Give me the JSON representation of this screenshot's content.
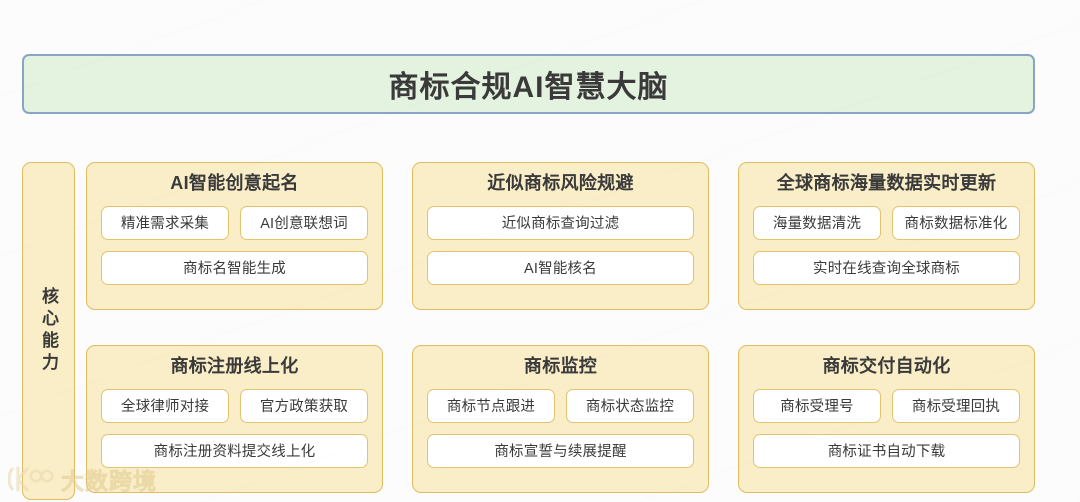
{
  "colors": {
    "page_background": "#fcfcfc",
    "banner_fill": "#e4f2e0",
    "banner_border": "#8aa4c8",
    "card_fill": "#faeec8",
    "card_border": "#e0bc5e",
    "chip_fill": "#ffffff",
    "chip_border": "#e3c370",
    "text": "#3a3a3a",
    "watermark": "#e8d8a8"
  },
  "banner": {
    "title": "商标合规AI智慧大脑"
  },
  "sidebar": {
    "label": "核心能力"
  },
  "cards": [
    {
      "title": "AI智能创意起名",
      "rows": [
        {
          "chips": [
            "精准需求采集",
            "AI创意联想词"
          ]
        },
        {
          "chips": [
            "商标名智能生成"
          ]
        }
      ]
    },
    {
      "title": "近似商标风险规避",
      "rows": [
        {
          "chips": [
            "近似商标查询过滤"
          ]
        },
        {
          "chips": [
            "AI智能核名"
          ]
        }
      ]
    },
    {
      "title": "全球商标海量数据实时更新",
      "rows": [
        {
          "chips": [
            "海量数据清洗",
            "商标数据标准化"
          ]
        },
        {
          "chips": [
            "实时在线查询全球商标"
          ]
        }
      ]
    },
    {
      "title": "商标注册线上化",
      "rows": [
        {
          "chips": [
            "全球律师对接",
            "官方政策获取"
          ]
        },
        {
          "chips": [
            "商标注册资料提交线上化"
          ]
        }
      ]
    },
    {
      "title": "商标监控",
      "rows": [
        {
          "chips": [
            "商标节点跟进",
            "商标状态监控"
          ]
        },
        {
          "chips": [
            "商标宣誓与续展提醒"
          ]
        }
      ]
    },
    {
      "title": "商标交付自动化",
      "rows": [
        {
          "chips": [
            "商标受理号",
            "商标受理回执"
          ]
        },
        {
          "chips": [
            "商标证书自动下载"
          ]
        }
      ]
    }
  ],
  "watermark": {
    "text": "大数跨境",
    "icon": "circle-logo-icon"
  }
}
